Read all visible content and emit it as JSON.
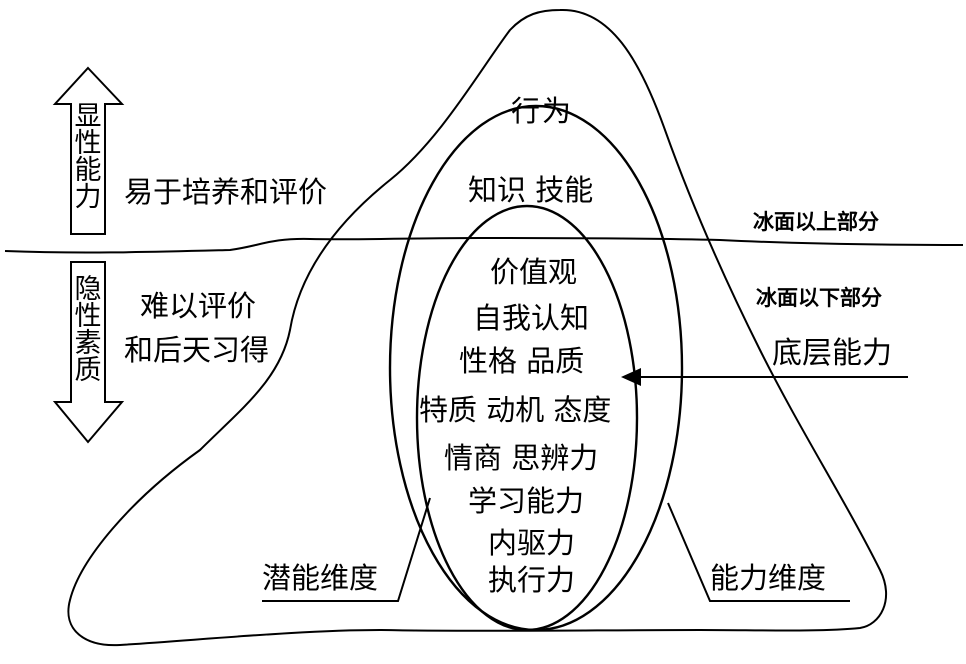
{
  "left_panel": {
    "upper_arrow_chars": [
      "显",
      "性",
      "能",
      "力"
    ],
    "upper_caption": "易于培养和评价",
    "lower_arrow_chars": [
      "隐",
      "性",
      "素",
      "质"
    ],
    "lower_caption_line1": "难以评价",
    "lower_caption_line2": "和后天习得"
  },
  "waterline": {
    "above_label": "冰面以上部分",
    "below_label": "冰面以下部分"
  },
  "iceberg": {
    "behavior": "行为",
    "knowledge_skills": "知识  技能",
    "core_lines": [
      "价值观",
      "自我认知",
      "性格  品质",
      "特质 动机 态度",
      "情商  思辨力",
      "学习能力",
      "内驱力",
      "执行力"
    ]
  },
  "right_panel": {
    "bottom_ability": "底层能力"
  },
  "callouts": {
    "potential": "潜能维度",
    "ability": "能力维度"
  }
}
